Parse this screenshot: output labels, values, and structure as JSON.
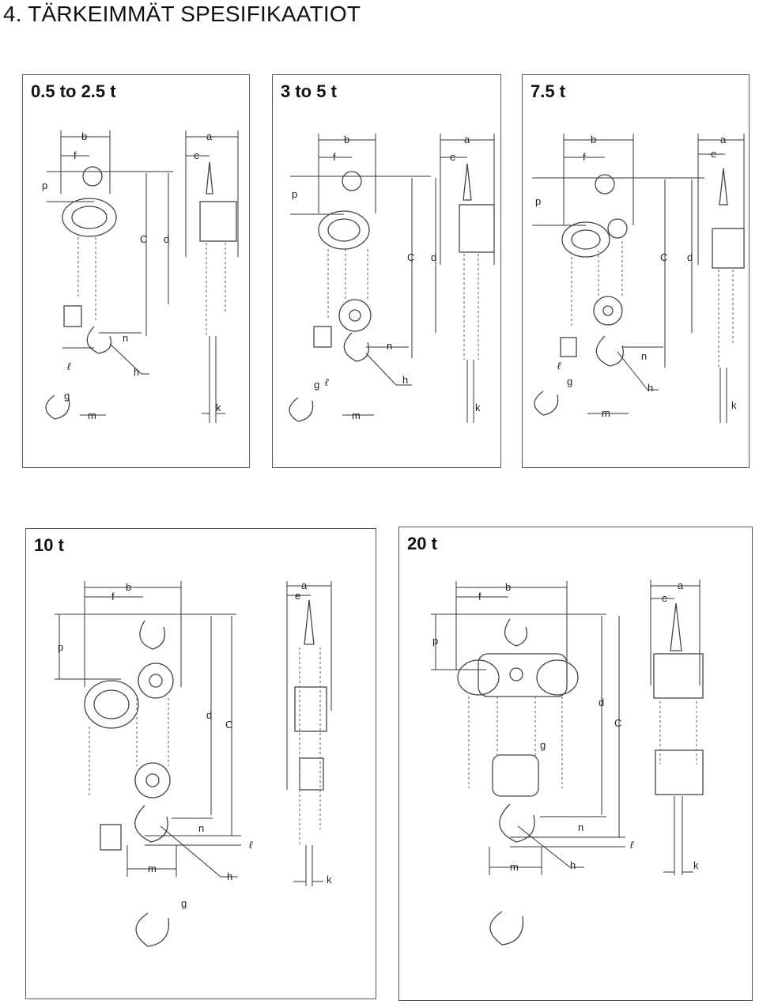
{
  "page": {
    "title": "4. TÄRKEIMMÄT SPESIFIKAATIOT"
  },
  "panels": [
    {
      "title": "0.5 to 2.5 t"
    },
    {
      "title": "3 to 5 t"
    },
    {
      "title": "7.5 t"
    },
    {
      "title": "10 t"
    },
    {
      "title": "20 t"
    }
  ],
  "dimension_labels": {
    "a": "a",
    "b": "b",
    "c": "C",
    "d": "d",
    "e": "e",
    "f": "f",
    "g": "g",
    "h": "h",
    "k": "k",
    "l": "ℓ",
    "m": "m",
    "n": "n",
    "p": "p"
  }
}
